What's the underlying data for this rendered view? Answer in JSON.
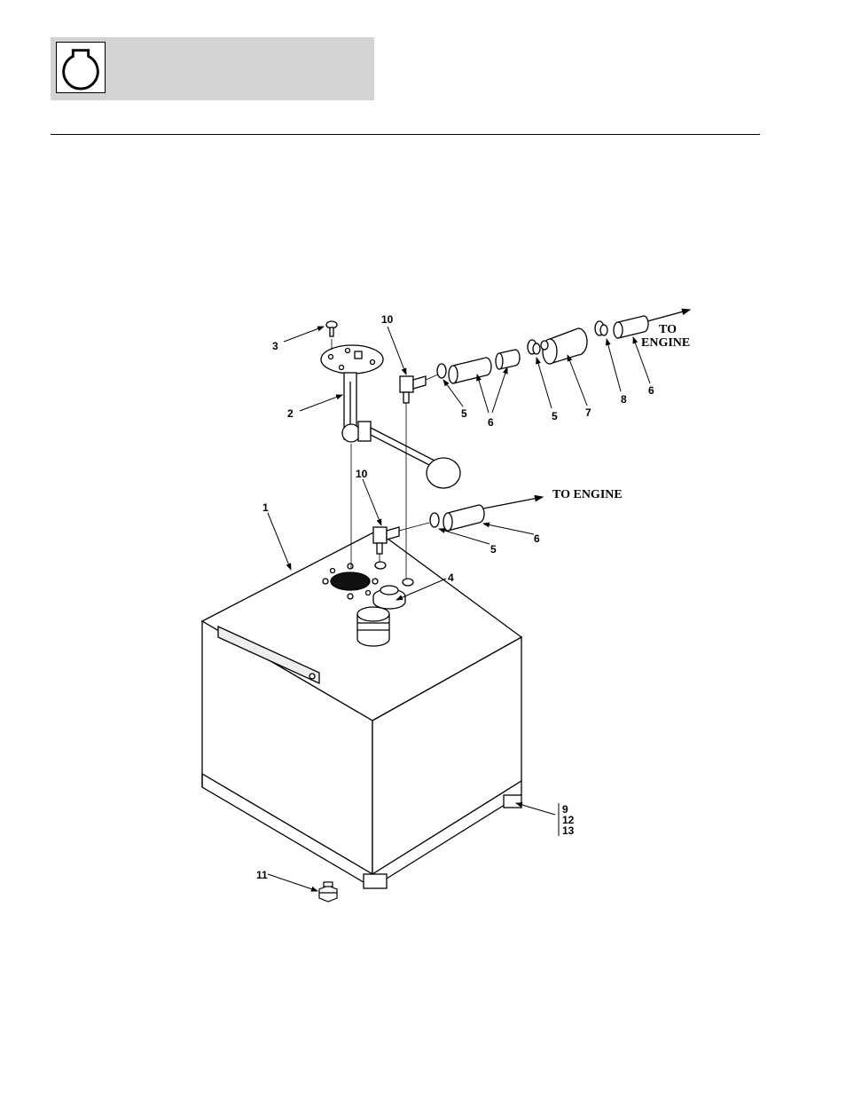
{
  "header": {
    "icon": "fuel-tank-symbol-icon",
    "band_color": "#d3d3d3"
  },
  "diagram": {
    "callouts": {
      "c1": "1",
      "c2": "2",
      "c3": "3",
      "c4": "4",
      "c5a": "5",
      "c5b": "5",
      "c5c": "5",
      "c6a": "6",
      "c6b": "6",
      "c6c": "6",
      "c7": "7",
      "c8": "8",
      "c9": "9",
      "c10a": "10",
      "c10b": "10",
      "c11": "11",
      "c12": "12",
      "c13": "13"
    },
    "destinations": {
      "upper_line1": "TO",
      "upper_line2": "ENGINE",
      "lower": "TO ENGINE"
    }
  }
}
